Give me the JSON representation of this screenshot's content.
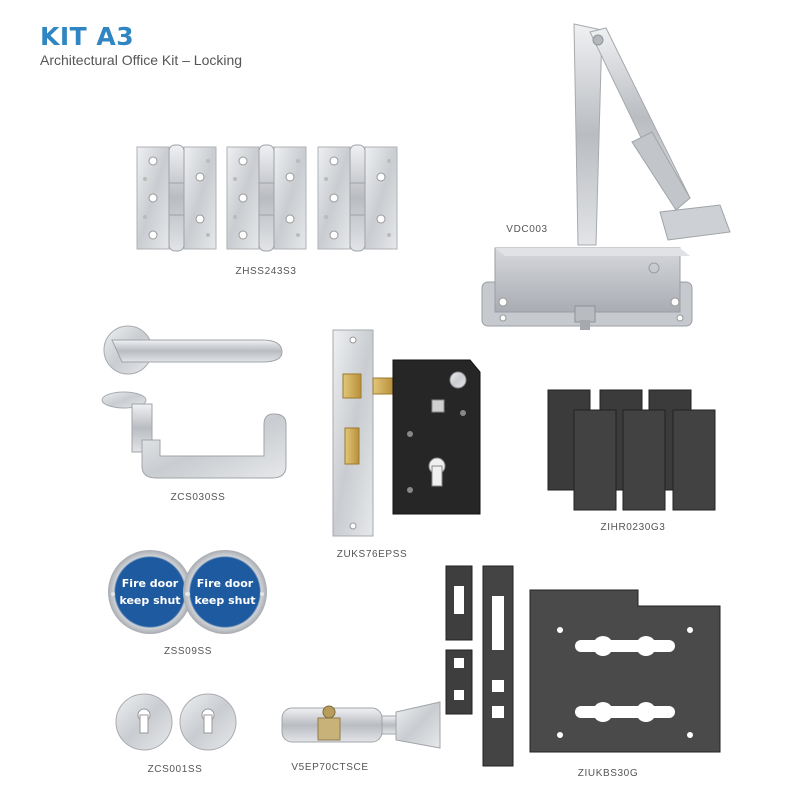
{
  "header": {
    "title": "KIT A3",
    "subtitle": "Architectural Office Kit – Locking"
  },
  "products": [
    {
      "code": "ZHSS243S3",
      "icon": "hinge-icon"
    },
    {
      "code": "VDC003",
      "icon": "door-closer-icon"
    },
    {
      "code": "ZCS030SS",
      "icon": "lever-handle-icon"
    },
    {
      "code": "ZUKS76EPSS",
      "icon": "sashlock-icon"
    },
    {
      "code": "ZIHR0230G3",
      "icon": "intumescent-pad-icon"
    },
    {
      "code": "ZSS09SS",
      "icon": "sign-icon"
    },
    {
      "code": "ZCS001SS",
      "icon": "escutcheon-icon"
    },
    {
      "code": "V5EP70CTSCE",
      "icon": "cylinder-icon"
    },
    {
      "code": "ZIUKBS30G",
      "icon": "intumescent-kit-icon"
    }
  ],
  "sign": {
    "line1": "Fire door",
    "line2": "keep shut",
    "color": "#1e5aa0"
  },
  "colors": {
    "title": "#2f86c3",
    "steel": "#c4c7cb",
    "graphite": "#3a3a3a"
  }
}
